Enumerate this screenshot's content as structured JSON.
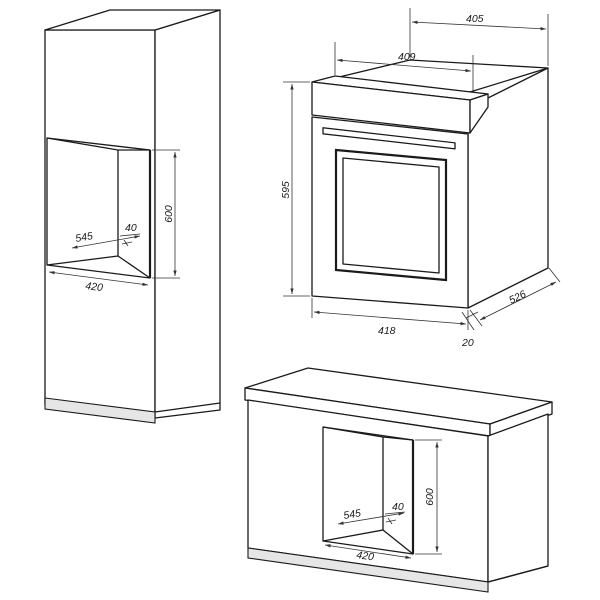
{
  "tall_cabinet": {
    "niche_height": "600",
    "niche_depth": "545",
    "niche_width": "420",
    "vent_gap": "40"
  },
  "oven": {
    "depth_top": "405",
    "top_width": "409",
    "height": "595",
    "width": "418",
    "side_depth": "526",
    "front_offset": "20"
  },
  "under_counter": {
    "niche_height": "600",
    "niche_depth": "545",
    "niche_width": "420",
    "vent_gap": "40"
  }
}
